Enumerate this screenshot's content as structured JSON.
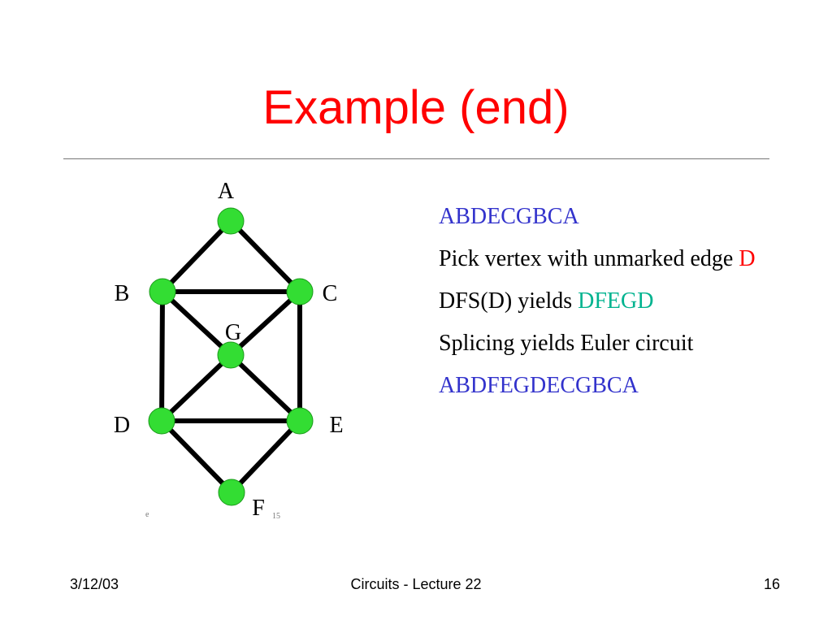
{
  "slide": {
    "title": "Example (end)"
  },
  "graph": {
    "vertices": [
      "A",
      "B",
      "C",
      "G",
      "D",
      "E",
      "F"
    ],
    "edges": [
      [
        "A",
        "B"
      ],
      [
        "A",
        "C"
      ],
      [
        "B",
        "C"
      ],
      [
        "B",
        "G"
      ],
      [
        "C",
        "G"
      ],
      [
        "B",
        "D"
      ],
      [
        "C",
        "E"
      ],
      [
        "G",
        "D"
      ],
      [
        "G",
        "E"
      ],
      [
        "D",
        "E"
      ],
      [
        "D",
        "F"
      ],
      [
        "E",
        "F"
      ]
    ],
    "node_color": "#33dd33",
    "edge_color": "#000000",
    "corner_marks": [
      "e",
      "15"
    ]
  },
  "steps": {
    "circuit1": "ABDECGBCA",
    "pick_text": "Pick vertex with unmarked edge ",
    "pick_vertex": "D",
    "dfs_text": "DFS(D) yields ",
    "dfs_result": "DFEGD",
    "splice_text": "Splicing yields Euler circuit",
    "final_circuit": "ABDFEGDECGBCA"
  },
  "footer": {
    "date": "3/12/03",
    "course": "Circuits - Lecture 22",
    "page": "16"
  },
  "colors": {
    "title": "#ff0000",
    "circuit": "#3333cc",
    "highlight_vertex": "#ff0000",
    "dfs_result": "#00b38f"
  }
}
